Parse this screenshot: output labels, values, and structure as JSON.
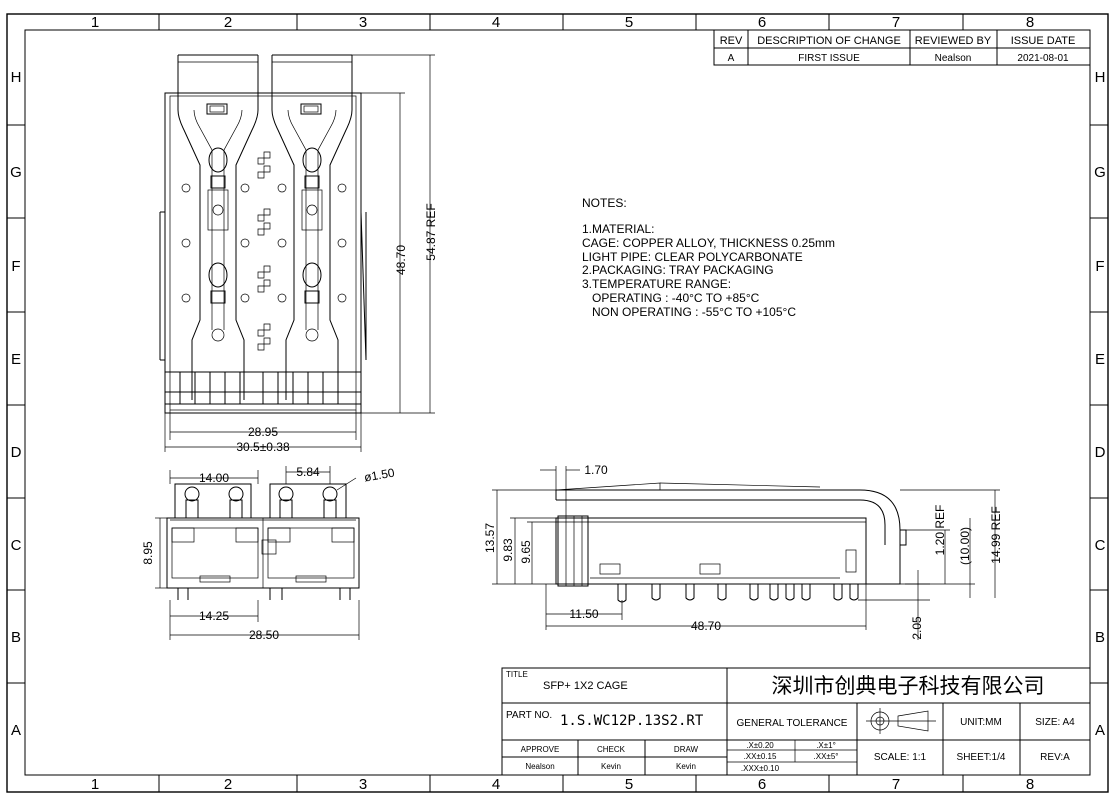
{
  "grid": {
    "columns": [
      "1",
      "2",
      "3",
      "4",
      "5",
      "6",
      "7",
      "8"
    ],
    "rows": [
      "H",
      "G",
      "F",
      "E",
      "D",
      "C",
      "B",
      "A"
    ]
  },
  "revision_table": {
    "headers": [
      "REV",
      "DESCRIPTION OF CHANGE",
      "REVIEWED BY",
      "ISSUE DATE"
    ],
    "row": [
      "A",
      "FIRST ISSUE",
      "Nealson",
      "2021-08-01"
    ]
  },
  "notes": {
    "title": "NOTES:",
    "lines": [
      "1.MATERIAL:",
      "CAGE: COPPER ALLOY, THICKNESS 0.25mm",
      "LIGHT PIPE: CLEAR POLYCARBONATE",
      "2.PACKAGING: TRAY PACKAGING",
      "3.TEMPERATURE RANGE:",
      "   OPERATING : -40°C TO +85°C",
      "   NON OPERATING : -55°C TO +105°C"
    ]
  },
  "dimensions": {
    "top_view": {
      "height": "48.70",
      "height_ref": "54.87 REF",
      "inner_width": "28.95",
      "outer_width": "30.5±0.38"
    },
    "front_view": {
      "pitch_top": "14.00",
      "lp_spacing": "5.84",
      "lp_dia": "ø1.50",
      "height": "8.95",
      "pitch_bottom": "14.25",
      "width": "28.50"
    },
    "side_view": {
      "lp_offset": "1.70",
      "h1": "13.57",
      "h2": "9.83",
      "h3": "9.65",
      "pin_offset": "11.50",
      "length": "48.70",
      "pin_len": "2.05",
      "r1": "1.20 REF",
      "r2": "(10.00)",
      "r3": "14.99 REF"
    }
  },
  "title_block": {
    "title_label": "TITLE",
    "title": "SFP+ 1X2 CAGE",
    "company": "深圳市创典电子科技有限公司",
    "part_no_label": "PART NO.",
    "part_no": "1.S.WC12P.13S2.RT",
    "general_tolerance": "GENERAL TOLERANCE",
    "unit": "UNIT:MM",
    "size": "SIZE: A4",
    "approve_label": "APPROVE",
    "check_label": "CHECK",
    "draw_label": "DRAW",
    "approve": "Nealson",
    "check": "Kevin",
    "draw": "Kevin",
    "tol_1": ".X±0.20",
    "tol_2": ".XX±0.15",
    "tol_3": ".XXX±0.10",
    "tol_ang1": ".X±1°",
    "tol_ang2": ".XX±5°",
    "scale": "SCALE:  1:1",
    "sheet": "SHEET:1/4",
    "rev": "REV:A"
  }
}
